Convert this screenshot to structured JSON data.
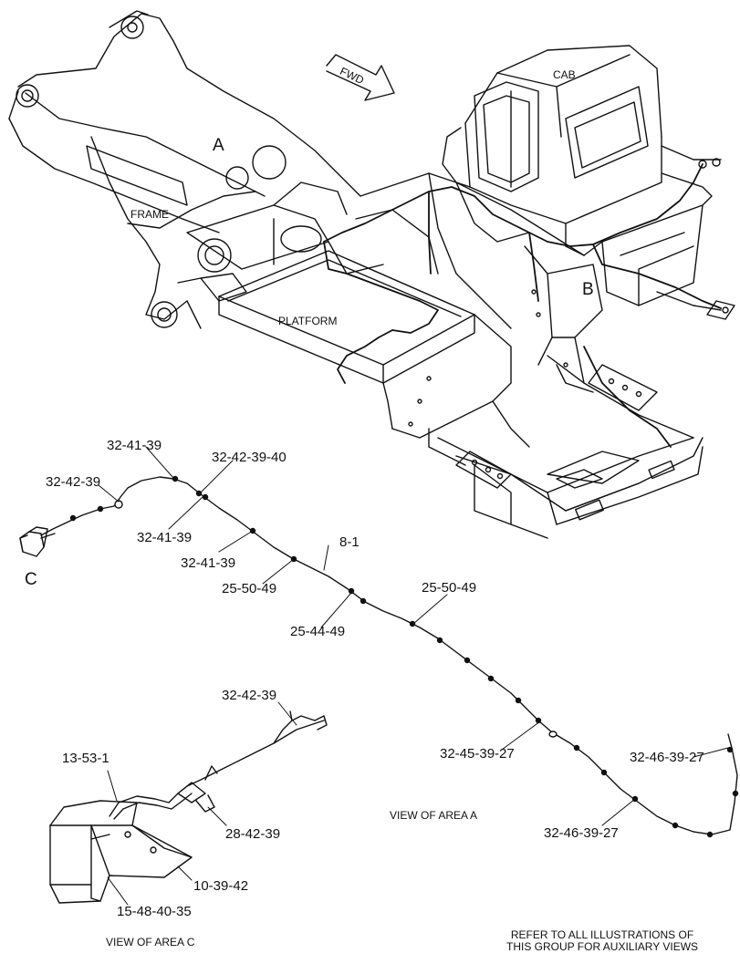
{
  "top_view": {
    "fwd_label": "FWD",
    "area_a_letter": "A",
    "area_b_letter": "B",
    "cab_label": "CAB",
    "frame_label": "FRAME",
    "platform_label": "PLATFORM"
  },
  "view_a": {
    "callouts": [
      "32-41-39",
      "32-42-39-40",
      "32-42-39",
      "32-41-39",
      "32-41-39",
      "8-1",
      "25-50-49",
      "25-50-49",
      "25-44-49",
      "32-45-39-27",
      "32-46-39-27",
      "32-46-39-27"
    ],
    "connector_letter": "C",
    "caption": "VIEW OF AREA  A"
  },
  "view_c": {
    "callouts": [
      "32-42-39",
      "13-53-1",
      "28-42-39",
      "10-39-42",
      "15-48-40-35"
    ],
    "caption": "VIEW OF AREA C"
  },
  "footer_note": {
    "line1": "REFER TO ALL ILLUSTRATIONS OF",
    "line2": "THIS GROUP FOR AUXILIARY VIEWS"
  }
}
